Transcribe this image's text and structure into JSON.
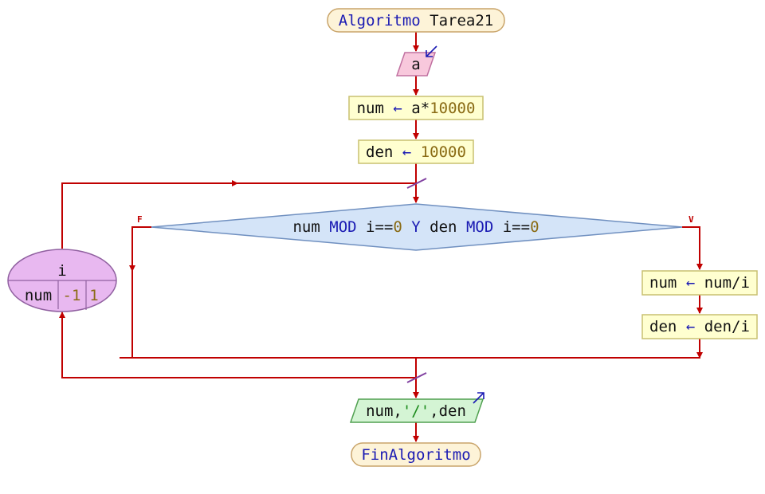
{
  "start": {
    "keyword": "Algoritmo",
    "name": "Tarea21"
  },
  "input_block": {
    "variable": "a"
  },
  "assign1": {
    "target": "num",
    "arrow": "←",
    "expr_var": "a*",
    "expr_num": "10000"
  },
  "assign2": {
    "target": "den",
    "arrow": "←",
    "expr_num": "10000"
  },
  "loop": {
    "variable": "i",
    "from": "num",
    "to": "-1",
    "step": "1"
  },
  "decision": {
    "left_a": "num",
    "op_a": "MOD",
    "mid_a": "i==",
    "zero_a": "0",
    "conj": "Y",
    "left_b": "den",
    "op_b": "MOD",
    "mid_b": "i==",
    "zero_b": "0",
    "false_label": "F",
    "true_label": "V"
  },
  "assign3": {
    "target": "num",
    "arrow": "←",
    "expr": "num/i"
  },
  "assign4": {
    "target": "den",
    "arrow": "←",
    "expr": "den/i"
  },
  "output_block": {
    "part1": "num,",
    "part2": "'/'",
    "part3": ",den"
  },
  "end": {
    "keyword": "FinAlgoritmo"
  },
  "colors": {
    "line": "#c00000",
    "terminal_fill": "#fdf3d8",
    "terminal_stroke": "#c9a46a",
    "process_fill": "#ffffd0",
    "process_stroke": "#c8c070",
    "input_fill": "#f8c8dc",
    "input_stroke": "#c070a0",
    "output_fill": "#d4f4d4",
    "output_stroke": "#50a050",
    "decision_fill": "#d4e4f8",
    "decision_stroke": "#7090c0",
    "loop_fill": "#e8b8f0",
    "loop_stroke": "#9060a0",
    "keyword": "#1a1ab3",
    "number": "#8a6b14",
    "string": "#1a8a1a"
  }
}
